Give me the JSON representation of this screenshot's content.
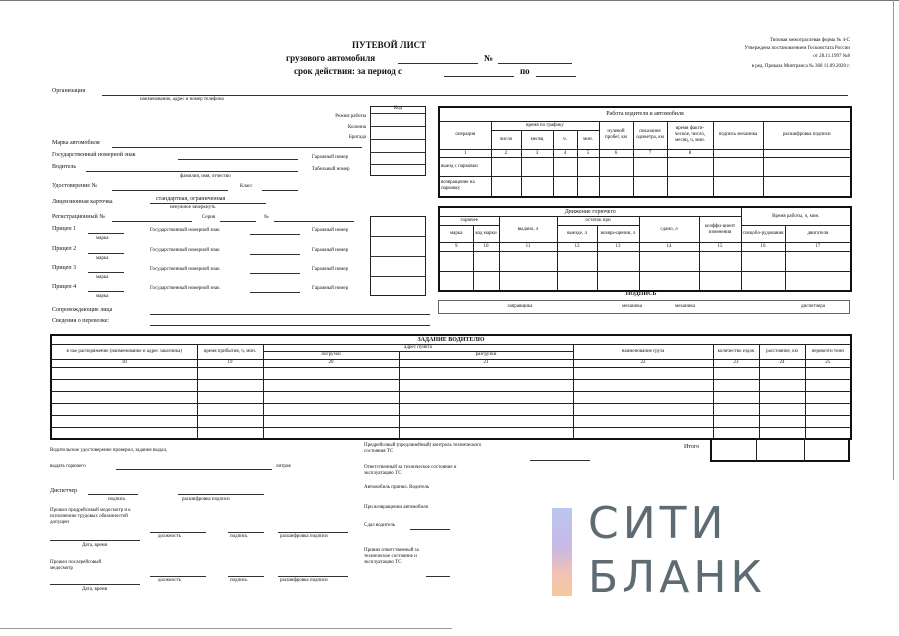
{
  "header": {
    "title": "ПУТЕВОЙ ЛИСТ",
    "subtitle": "грузового автомобиля",
    "number_sign": "№",
    "period": "срок действия: за период с",
    "period_to": "по",
    "form_line1": "Типовая межотраслевая форма № 4-С",
    "form_line2": "Утверждена постановлением Госкомстата России",
    "form_line3": "от 28.11.1997 №8",
    "form_line4": "в ред. Приказа Минтранса № 368 11.09.2020 г."
  },
  "left": {
    "org": "Организация",
    "org_hint": "наименование, адрес и номер телефона",
    "kod": "Код",
    "regime": "Режим работы",
    "kolonna": "Колонна",
    "brigada": "Бригада",
    "car_brand": "Марка автомобиля",
    "state_number": "Государственный номерной знак",
    "garage_number": "Гаражный номер",
    "driver": "Водитель",
    "tab_number": "Табельный номер",
    "driver_hint": "фамилия, имя, отчество",
    "license": "Удостоверение №",
    "class": "Класс",
    "licence_card": "Лицензионная карточка",
    "card_types": "стандартная,   ограниченная",
    "card_hint": "ненужное зачеркнуть",
    "reg_number": "Регистрационный №",
    "series": "Серия",
    "num": "№",
    "trailer1": "Прицеп 1",
    "trailer2": "Прицеп 2",
    "trailer3": "Прицеп 3",
    "trailer4": "Прицеп 4",
    "marka": "марка",
    "escort": "Сопровождающие лица",
    "carrier": "Сведения о перевозке:"
  },
  "work": {
    "title": "Работа водителя и автомобиля",
    "operation": "операция",
    "schedule": "время по графику",
    "day": "число",
    "month": "месяц",
    "hour": "ч.",
    "min": "мин.",
    "zero_run": "нулевой пробег, км",
    "odometer": "показание одометра, км",
    "actual": "время факти-ческое, число, месяц, ч, мин.",
    "sign": "подпись механика",
    "decode": "расшифровка подписи",
    "nums": [
      "1",
      "2",
      "3",
      "4",
      "5",
      "6",
      "7",
      "8"
    ],
    "exit": "выезд с парковки",
    "return": "возвращение на парковку"
  },
  "fuel": {
    "title": "Движение горючего",
    "fuel": "горючее",
    "brand": "марка",
    "code": "код марки",
    "issued": "выдано, л",
    "remain": "остаток при",
    "exit_l": "выезде, л",
    "return_l": "возвра-щении, л",
    "given": "сдано, л",
    "coef": "коэффи-циент изменения",
    "worktime": "Время работы, ч, мин.",
    "special": "спецобо-рудования",
    "engine": "двигателя",
    "nums": [
      "9",
      "10",
      "11",
      "12",
      "13",
      "14",
      "15",
      "16",
      "17"
    ],
    "podpis": "ПОДПИСЬ",
    "zapravshik": "заправщика",
    "mechanic": "механика",
    "mechanic2": "механика",
    "dispatcher": "диспетчера"
  },
  "task": {
    "title": "ЗАДАНИЕ ВОДИТЕЛЮ",
    "customer": "в чье распоряжение (наименование и адрес заказчика)",
    "arrival": "время прибытия, ч, мин.",
    "address": "адрес пункта",
    "loading": "погрузки",
    "unloading": "разгрузки",
    "cargo": "наименование груза",
    "trips": "количество ездок",
    "distance": "расстояние, км",
    "tons": "перевезти тонн",
    "nums": [
      "18",
      "19",
      "20",
      "21",
      "22",
      "23",
      "24",
      "25"
    ],
    "total": "Итого"
  },
  "bottom": {
    "checked": "Водительское удостоверение проверил, задание выдал,",
    "fuel_out": "выдать горючего",
    "liters": "литров",
    "dispatcher": "Диспетчер",
    "sign": "подпись",
    "decode_sign": "расшифровка подписи",
    "premed": "Прошел предрейсовый медосмотр и к исполнению трудовых обязанностей допущен",
    "position": "должность",
    "date_time": "Дата, время",
    "postmed": "Прошел послерейсовый медосмотр",
    "pretrip_control": "Предрейсовый (предлинейный) контроль технического состояния ТС",
    "responsible": "Ответственный за техническое состояние и эксплуатацию ТС",
    "car_accepted": "Автомобиль принял. Водитель",
    "on_return": "При возвращении автомобиля",
    "handed": "Сдал водитель",
    "accepted_resp": "Принял ответственный за техническое состояние и эксплуатацию ТС"
  },
  "logo": {
    "line1": "СИТИ",
    "line2": "БЛАНК",
    "color": "#5f6b73"
  }
}
